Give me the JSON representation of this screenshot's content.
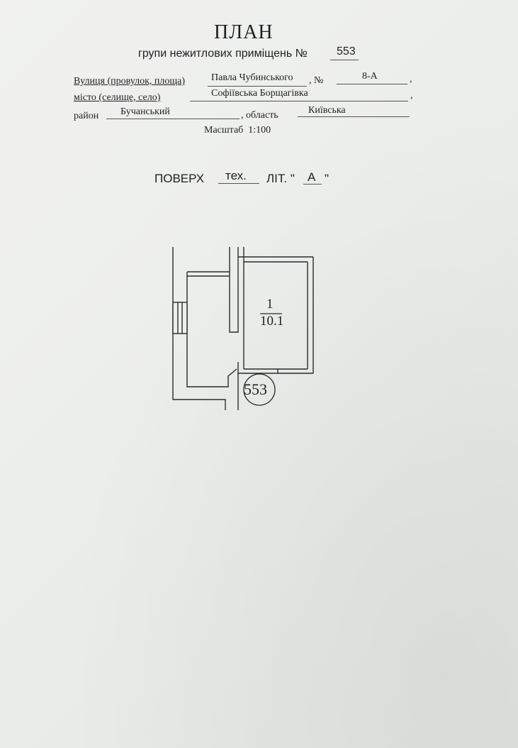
{
  "title": "ПЛАН",
  "subtitle": {
    "label": "групи нежитлових приміщень №",
    "number": "553"
  },
  "address": {
    "street_label": "Вулиця (провулок, площа)",
    "street_value": "Павла Чубинського",
    "number_label": ", №",
    "number_value": "8-А",
    "comma": ",",
    "city_label": "місто (селище, село)",
    "city_value": "Софіївська Борщагівка",
    "district_label": "район",
    "district_value": "Бучанський",
    "region_label": ", область",
    "region_value": "Київська"
  },
  "scale": "Масштаб  1:100",
  "floor": {
    "label": "ПОВЕРХ",
    "value": "тех.",
    "lit_label": "ЛІТ. \"",
    "lit_value": "А",
    "lit_close": "\""
  },
  "plan": {
    "room_number": "1",
    "room_area": "10.1",
    "group_number": "553"
  }
}
